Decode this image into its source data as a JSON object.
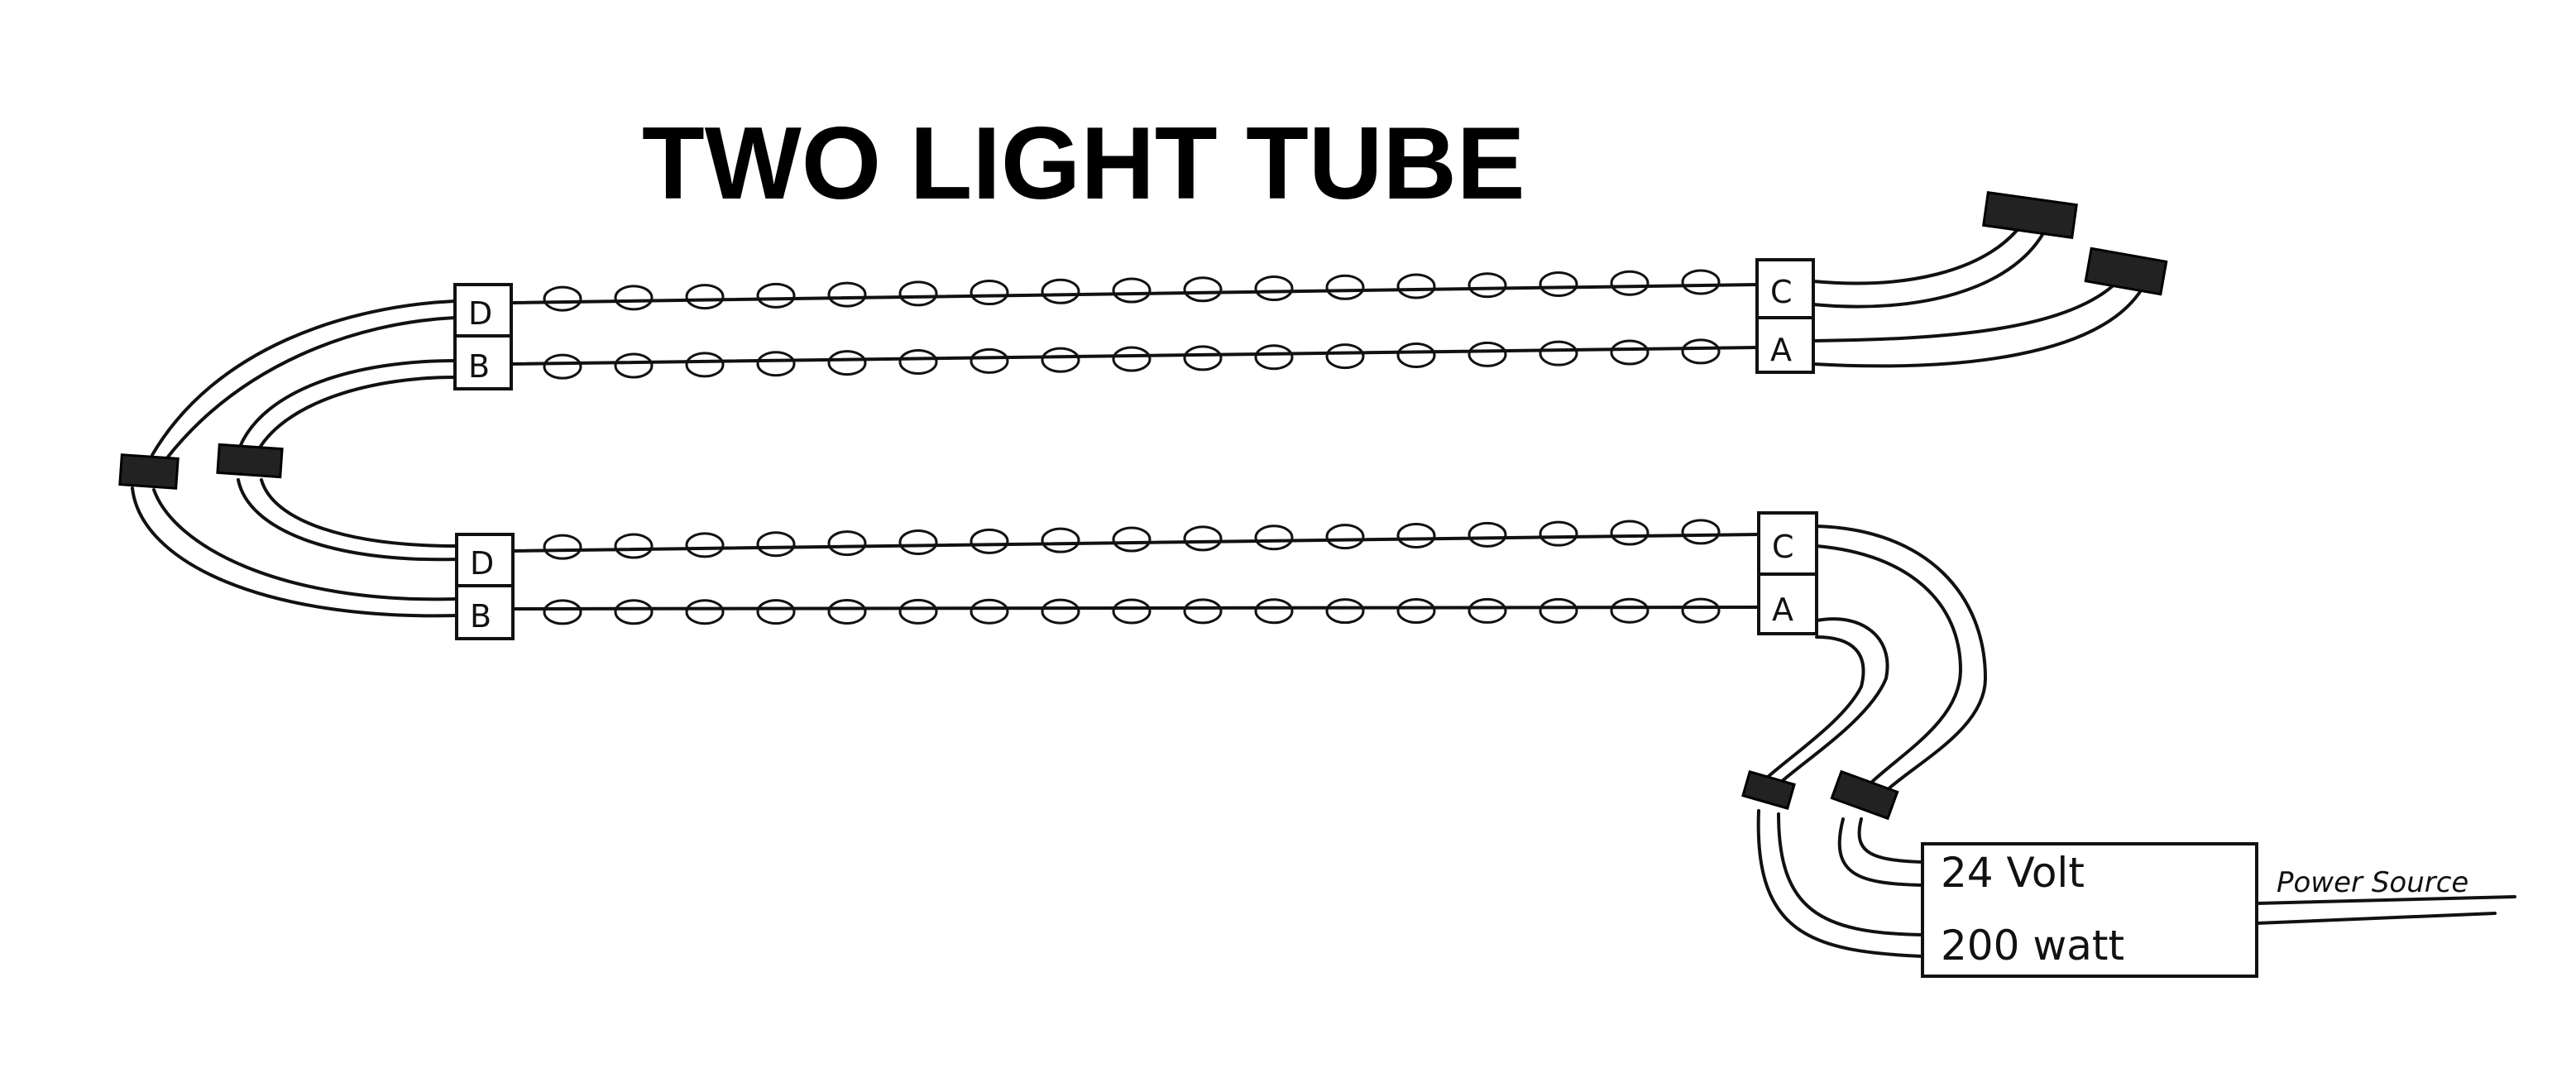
{
  "title": "TWO LIGHT TUBE",
  "upper_tube": {
    "left_labels": [
      "D",
      "B"
    ],
    "right_labels": [
      "C",
      "A"
    ]
  },
  "lower_tube": {
    "left_labels": [
      "D",
      "B"
    ],
    "right_labels": [
      "C",
      "A"
    ]
  },
  "power_supply": {
    "voltage": "24 Volt",
    "wattage": "200 watt"
  },
  "power_source_label": "Power Source",
  "colors": {
    "ink": "#111111",
    "connector": "#222222",
    "paper": "#ffffff"
  }
}
